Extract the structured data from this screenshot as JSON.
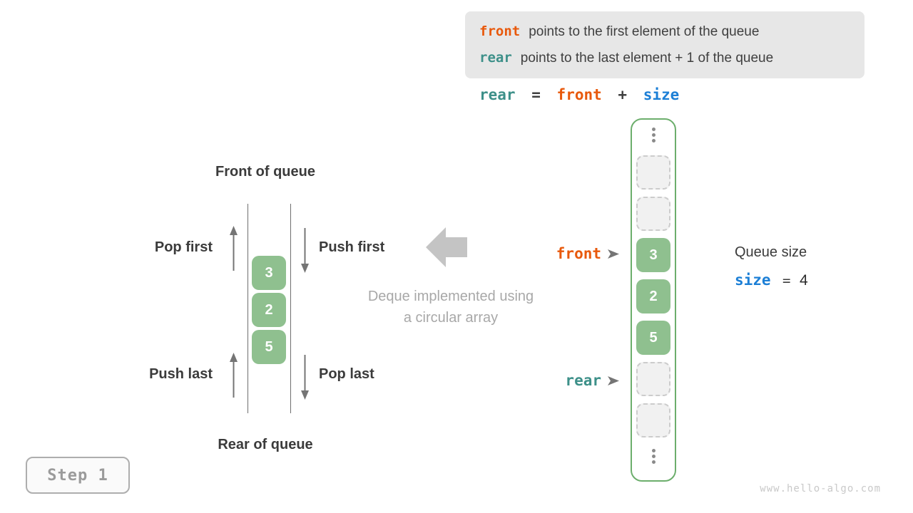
{
  "info_box": {
    "lines": [
      {
        "keyword": "front",
        "description": "points to the first element of the queue"
      },
      {
        "keyword": "rear",
        "description": "points to the last element + 1 of the queue"
      }
    ]
  },
  "formula": {
    "lhs": "rear",
    "equals": "=",
    "term1": "front",
    "operator": "+",
    "term2": "size"
  },
  "deque_diagram": {
    "front_of_queue": "Front of queue",
    "rear_of_queue": "Rear of queue",
    "pop_first": "Pop first",
    "push_first": "Push first",
    "push_last": "Push last",
    "pop_last": "Pop last",
    "values": [
      "3",
      "2",
      "5"
    ]
  },
  "caption": {
    "line1": "Deque implemented using",
    "line2": "a circular array"
  },
  "array_view": {
    "front_pointer": "front",
    "rear_pointer": "rear",
    "cells": [
      {
        "type": "empty",
        "value": ""
      },
      {
        "type": "empty",
        "value": ""
      },
      {
        "type": "filled",
        "value": "3"
      },
      {
        "type": "filled",
        "value": "2"
      },
      {
        "type": "filled",
        "value": "5"
      },
      {
        "type": "empty",
        "value": ""
      },
      {
        "type": "empty",
        "value": ""
      }
    ]
  },
  "queue_size_panel": {
    "title": "Queue size",
    "variable": "size",
    "equals": "=",
    "value": "4"
  },
  "step_badge": {
    "label": "Step 1"
  },
  "watermark": "www.hello-algo.com",
  "colors": {
    "front_orange": "#E8590C",
    "rear_teal": "#3D9089",
    "size_blue": "#1C7FD6",
    "cell_green": "#8FC08F",
    "array_border_green": "#6CAE6C",
    "info_box_bg": "#E7E7E7",
    "muted_gray": "#A8A8A8",
    "dark_text": "#3B3B3B"
  }
}
